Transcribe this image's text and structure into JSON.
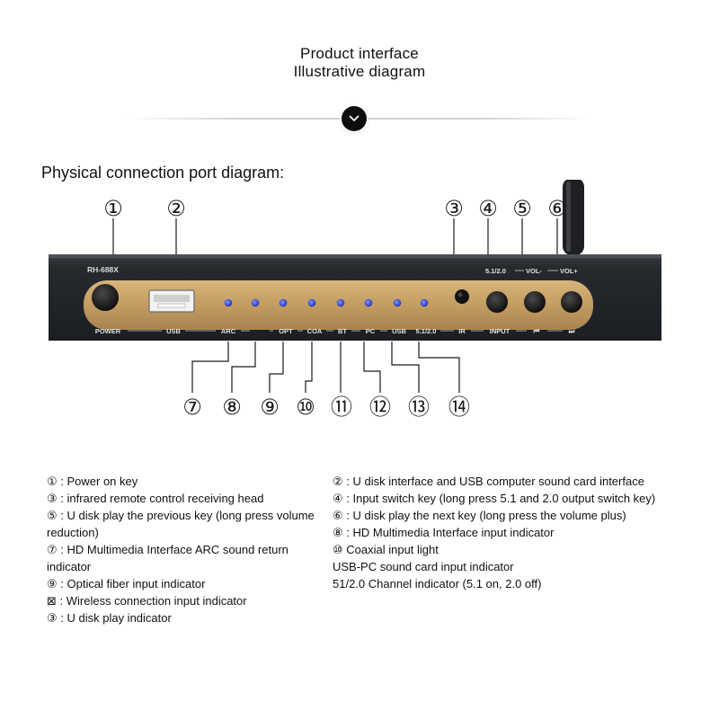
{
  "header": {
    "line1": "Product interface",
    "line2": "Illustrative diagram"
  },
  "section_title": "Physical connection port diagram:",
  "device": {
    "model": "RH-688X",
    "top_labels": {
      "mode": "5.1/2.0",
      "vol_down": "VOL-",
      "vol_up": "VOL+"
    },
    "bottom_labels": [
      "POWER",
      "USB",
      "ARC",
      "OPT",
      "COA",
      "BT",
      "PC",
      "USB",
      "5.1/2.0",
      "IR",
      "INPUT",
      "⏮",
      "⏭"
    ],
    "colors": {
      "body": "#23272c",
      "panel": "#c7a266",
      "led": "#2c44d8"
    }
  },
  "callouts": [
    "①",
    "②",
    "③",
    "④",
    "⑤",
    "⑥",
    "⑦",
    "⑧",
    "⑨",
    "⑩",
    "⑪",
    "⑫",
    "⑬",
    "⑭"
  ],
  "legend_left": [
    "① : Power on key",
    "③ : infrared remote control receiving head",
    "⑤ : U disk play the previous key (long press volume reduction)",
    "⑦ : HD Multimedia Interface ARC sound return indicator",
    "⑨ : Optical fiber input indicator",
    "⊠ : Wireless connection input indicator",
    "③ : U disk play indicator"
  ],
  "legend_right": [
    "② : U disk interface and USB computer sound card interface",
    "④ : Input switch key (long press 5.1 and 2.0 output switch key)",
    "⑥ : U disk play the next key (long press the volume plus)",
    "⑧ : HD Multimedia Interface input indicator",
    "⑩ Coaxial input light",
    " USB-PC sound card input indicator",
    "51/2.0 Channel indicator (5.1 on, 2.0 off)"
  ]
}
